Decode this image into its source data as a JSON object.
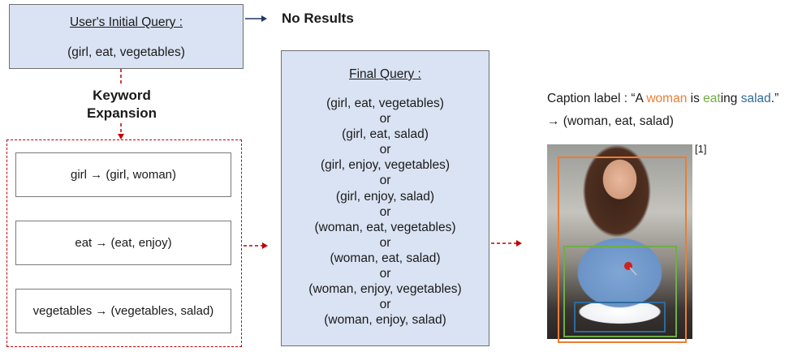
{
  "initial_query": {
    "title": "User's Initial Query :",
    "value": "(girl, eat, vegetables)"
  },
  "no_results": "No Results",
  "keyword_expansion": {
    "line1": "Keyword",
    "line2": "Expansion"
  },
  "expansions": [
    "girl → (girl, woman)",
    "eat → (eat, enjoy)",
    "vegetables → (vegetables, salad)"
  ],
  "final_query": {
    "title": "Final Query :",
    "lines": [
      "(girl, eat, vegetables)",
      "or",
      "(girl, eat, salad)",
      "or",
      "(girl, enjoy, vegetables)",
      "or",
      "(girl, enjoy, salad)",
      "or",
      "(woman, eat, vegetables)",
      "or",
      "(woman, eat, salad)",
      "or",
      "(woman, enjoy, vegetables)",
      "or",
      "(woman, enjoy, salad)"
    ]
  },
  "caption": {
    "prefix": "Caption label : “A ",
    "woman": "woman",
    "mid1": " is ",
    "eat": "eat",
    "ing": "ing ",
    "salad": "salad",
    "suffix": ".”",
    "result": "→ (woman, eat, salad)"
  },
  "image_ref": "[1]",
  "colors": {
    "woman": "#ed7d31",
    "eat": "#70ad47",
    "salad": "#2e6b9e",
    "arrow_red": "#c00000",
    "arrow_navy": "#1f3864",
    "box_fill": "#dae3f3"
  }
}
